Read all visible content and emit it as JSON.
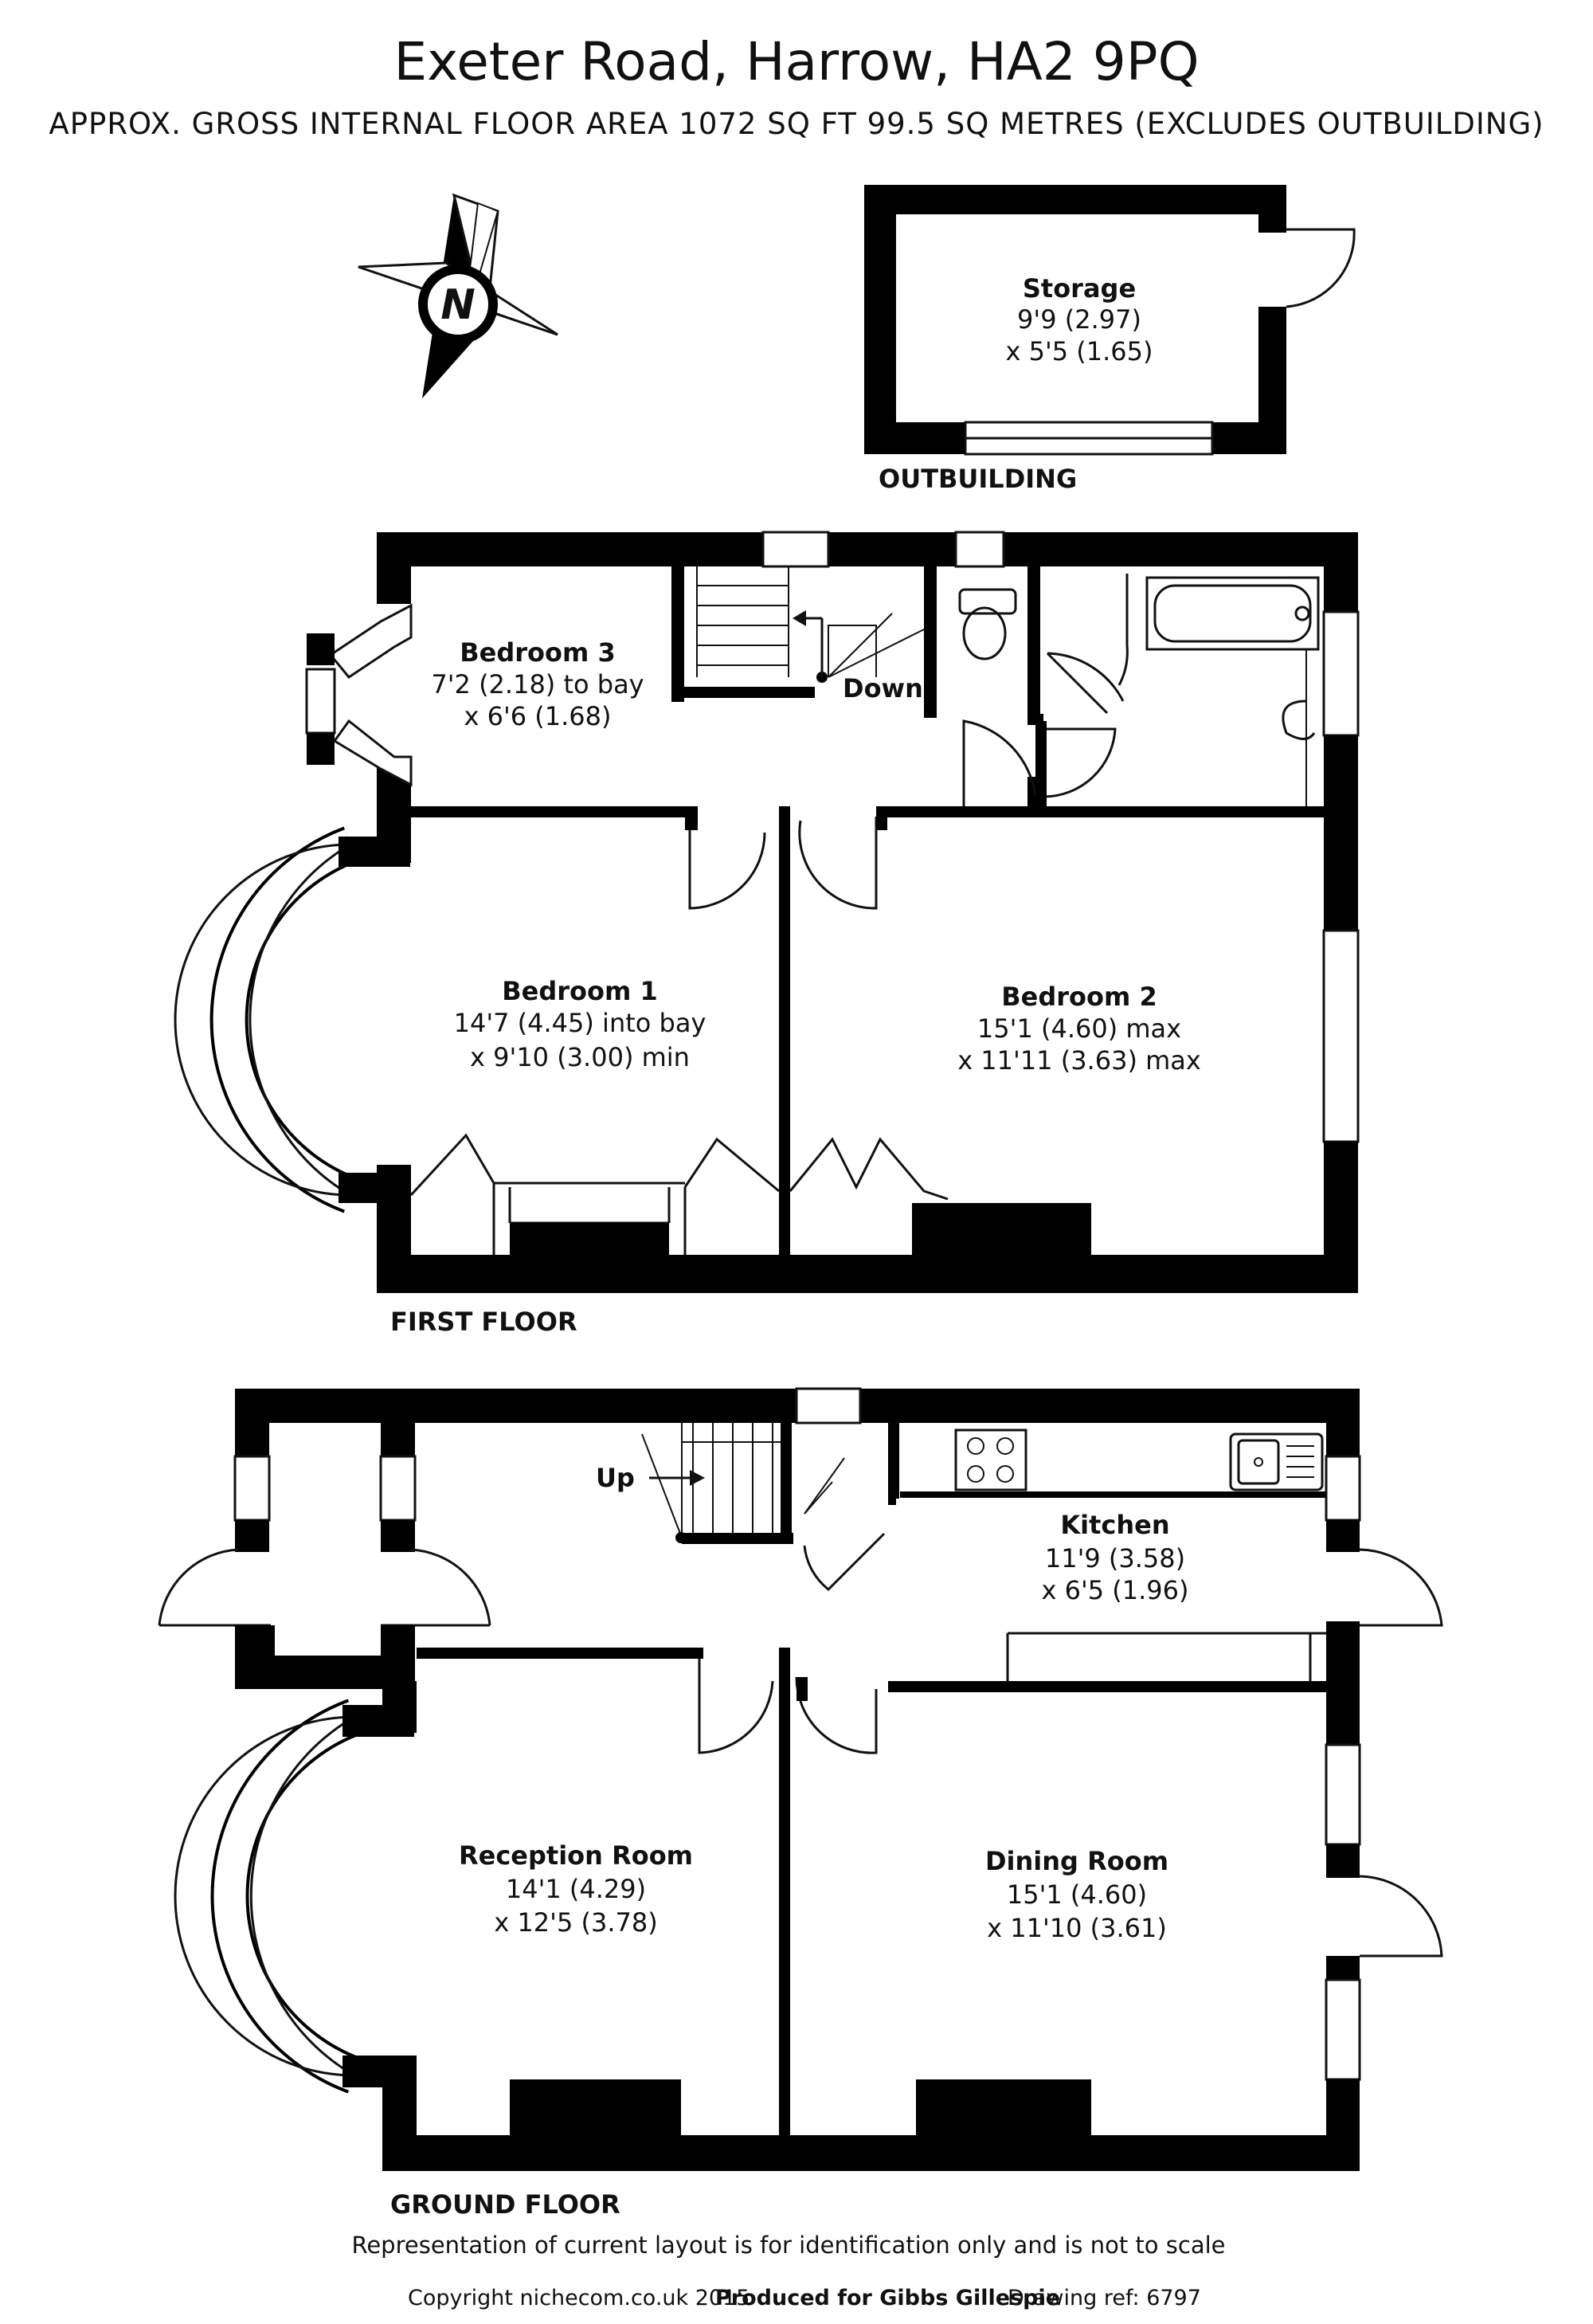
{
  "header": {
    "title": "Exeter Road, Harrow, HA2 9PQ",
    "subtitle": "APPROX. GROSS INTERNAL FLOOR AREA 1072 SQ FT 99.5 SQ METRES (EXCLUDES OUTBUILDING)"
  },
  "compass": {
    "letter": "N",
    "icon": "compass-north-icon"
  },
  "outbuilding": {
    "label": "OUTBUILDING",
    "rooms": [
      {
        "name": "Storage",
        "dim1": "9'9 (2.97)",
        "dim2": "x 5'5 (1.65)"
      }
    ]
  },
  "first_floor": {
    "label": "FIRST FLOOR",
    "stairs_label": "Down",
    "rooms": [
      {
        "name": "Bedroom 3",
        "dim1": "7'2 (2.18) to bay",
        "dim2": "x 6'6 (1.68)"
      },
      {
        "name": "Bedroom 1",
        "dim1": "14'7 (4.45) into bay",
        "dim2": "x 9'10 (3.00) min"
      },
      {
        "name": "Bedroom 2",
        "dim1": "15'1 (4.60) max",
        "dim2": "x 11'11 (3.63) max"
      }
    ]
  },
  "ground_floor": {
    "label": "GROUND FLOOR",
    "stairs_label": "Up",
    "rooms": [
      {
        "name": "Kitchen",
        "dim1": "11'9 (3.58)",
        "dim2": "x 6'5 (1.96)"
      },
      {
        "name": "Reception Room",
        "dim1": "14'1 (4.29)",
        "dim2": "x 12'5 (3.78)"
      },
      {
        "name": "Dining Room",
        "dim1": "15'1 (4.60)",
        "dim2": "x 11'10 (3.61)"
      }
    ]
  },
  "footer": {
    "disclaimer": "Representation of current layout is for identification only and is not to scale",
    "copyright": "Copyright nichecom.co.uk 2015",
    "produced_for": "Produced for Gibbs Gillespie",
    "drawing_ref": "Drawing ref:  6797"
  }
}
